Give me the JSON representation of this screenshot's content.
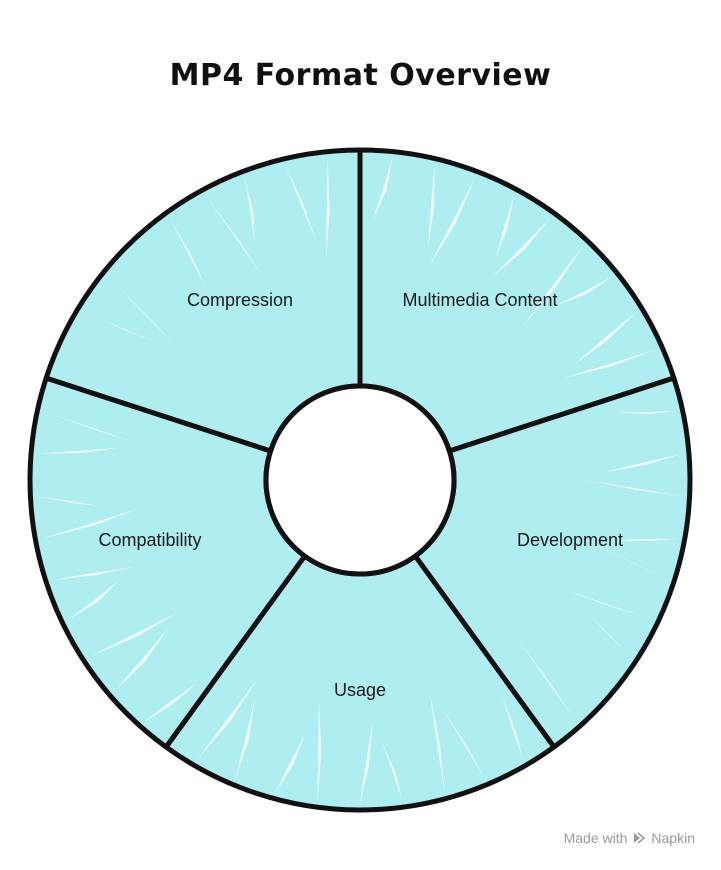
{
  "title": "MP4 Format Overview",
  "colors": {
    "segment_fill": "#aeeef0",
    "stroke": "#111111",
    "center_fill": "#ffffff"
  },
  "segments": [
    {
      "label": "Multimedia Content"
    },
    {
      "label": "Development"
    },
    {
      "label": "Usage"
    },
    {
      "label": "Compatibility"
    },
    {
      "label": "Compression"
    }
  ],
  "footer": {
    "made_with": "Made with",
    "brand": "Napkin",
    "icon": "napkin-logo-icon"
  }
}
